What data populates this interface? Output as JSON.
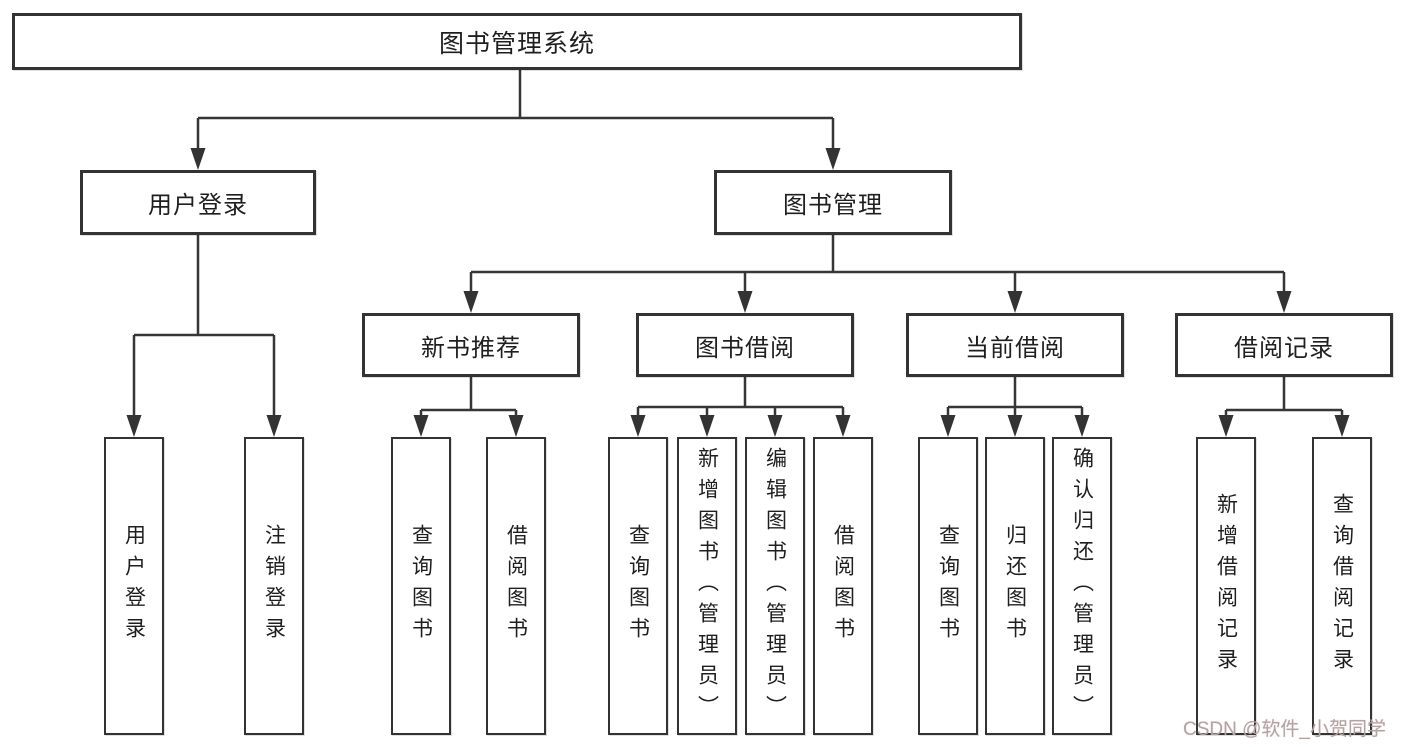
{
  "diagram": {
    "type": "hierarchy-functional-structure",
    "colors": {
      "background": "#ffffff",
      "line": "#363636",
      "box_border": "#333333",
      "text": "#1f1f1f",
      "watermark": "#b3a4a4"
    },
    "tree": {
      "root": {
        "label": "图书管理系统"
      },
      "branches": [
        {
          "label": "用户登录",
          "children": [
            {
              "label": "用户登录"
            },
            {
              "label": "注销登录"
            }
          ]
        },
        {
          "label": "图书管理",
          "children": [
            {
              "label": "新书推荐",
              "children": [
                {
                  "label": "查询图书"
                },
                {
                  "label": "借阅图书"
                }
              ]
            },
            {
              "label": "图书借阅",
              "children": [
                {
                  "label": "查询图书"
                },
                {
                  "label": "新增图书（管理员）"
                },
                {
                  "label": "编辑图书（管理员）"
                },
                {
                  "label": "借阅图书"
                }
              ]
            },
            {
              "label": "当前借阅",
              "children": [
                {
                  "label": "查询图书"
                },
                {
                  "label": "归还图书"
                },
                {
                  "label": "确认归还（管理员）"
                }
              ]
            },
            {
              "label": "借阅记录",
              "children": [
                {
                  "label": "新增借阅记录"
                },
                {
                  "label": "查询借阅记录"
                }
              ]
            }
          ]
        }
      ]
    },
    "watermark": {
      "text": "CSDN @软件_小贺同学"
    }
  }
}
